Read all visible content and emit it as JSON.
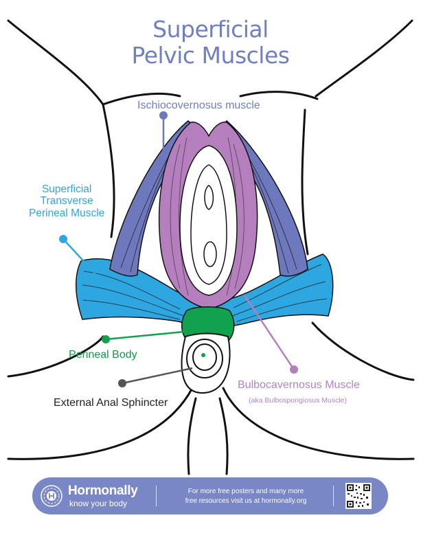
{
  "title": {
    "line1": "Superficial",
    "line2": "Pelvic Muscles"
  },
  "labels": {
    "ischiocavernosus": "Ischiocovernosus muscle",
    "superficial_transverse_perineal": [
      "Superficial",
      "Transverse",
      "Perineal Muscle"
    ],
    "perineal_body": "Perineal Body",
    "external_anal_sphincter": "External Anal Sphincter",
    "bulbocavernosus": "Bulbocavernosus Muscle",
    "bulbocavernosus_aka": "(aka Bulbospongiosus Muscle)"
  },
  "colors": {
    "title": "#6f7fc0",
    "ischiocavernosus": "#6e78bd",
    "bulbocavernosus": "#b57fbe",
    "transverse_perineal": "#2ea7e0",
    "perineal_body": "#12a14f",
    "anal_sphincter_label": "#555555",
    "outline": "#111111",
    "footer_bg": "#7a87c6"
  },
  "footer": {
    "brand_name": "Hormonally",
    "tagline": "know your body",
    "info_line1": "For more free posters and many more",
    "info_line2": "free resources visit us at hormonally.org",
    "logo_icon": "hormonally-h-badge-icon",
    "qr_icon": "qr-code-icon"
  }
}
